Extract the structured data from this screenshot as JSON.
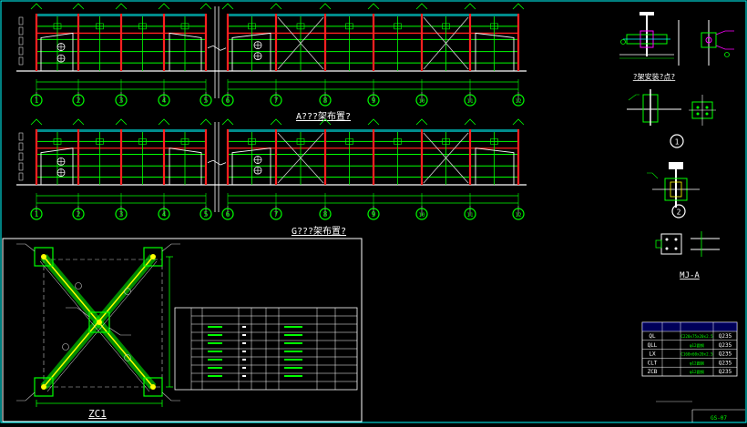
{
  "colors": {
    "background": "#000000",
    "frame": "#00ffff",
    "wall": "#ffffff",
    "column": "#ff2020",
    "member": "#00ff00",
    "brace": "#c8c8c8",
    "dimension": "#00ff00",
    "bubble": "#00ff00",
    "text": "#ffffff",
    "accent": "#ffff00",
    "brace_member": "#ffff00",
    "plate": "#ff00ff"
  },
  "elevation_a": {
    "title": "A???架布置?",
    "left_axes": [
      "1",
      "2",
      "3",
      "4",
      "5"
    ],
    "right_axes": [
      "6",
      "7",
      "8",
      "9",
      "10",
      "11",
      "12"
    ]
  },
  "elevation_g": {
    "title": "G???架布置?",
    "left_axes": [
      "1",
      "2",
      "3",
      "4",
      "5"
    ],
    "right_axes": [
      "6",
      "7",
      "8",
      "9",
      "10",
      "11",
      "12"
    ]
  },
  "brace_detail": {
    "title": "ZC1"
  },
  "details": {
    "top_caption": "?架安装?点?",
    "mark_1": "1",
    "mark_2": "2",
    "mj_label": "MJ-A"
  },
  "member_table": {
    "rows": [
      {
        "code": "QL",
        "spec": "C220x75x20x2.5",
        "material": "Q235"
      },
      {
        "code": "QLL",
        "spec": "φ12圆钢",
        "material": "Q235"
      },
      {
        "code": "LX",
        "spec": "C160x60x20x2.5",
        "material": "Q235"
      },
      {
        "code": "CLT",
        "spec": "φ12圆钢",
        "material": "Q235"
      },
      {
        "code": "ZCB",
        "spec": "φ12圆钢",
        "material": "Q235"
      }
    ]
  },
  "sheet_number": "GS-07"
}
